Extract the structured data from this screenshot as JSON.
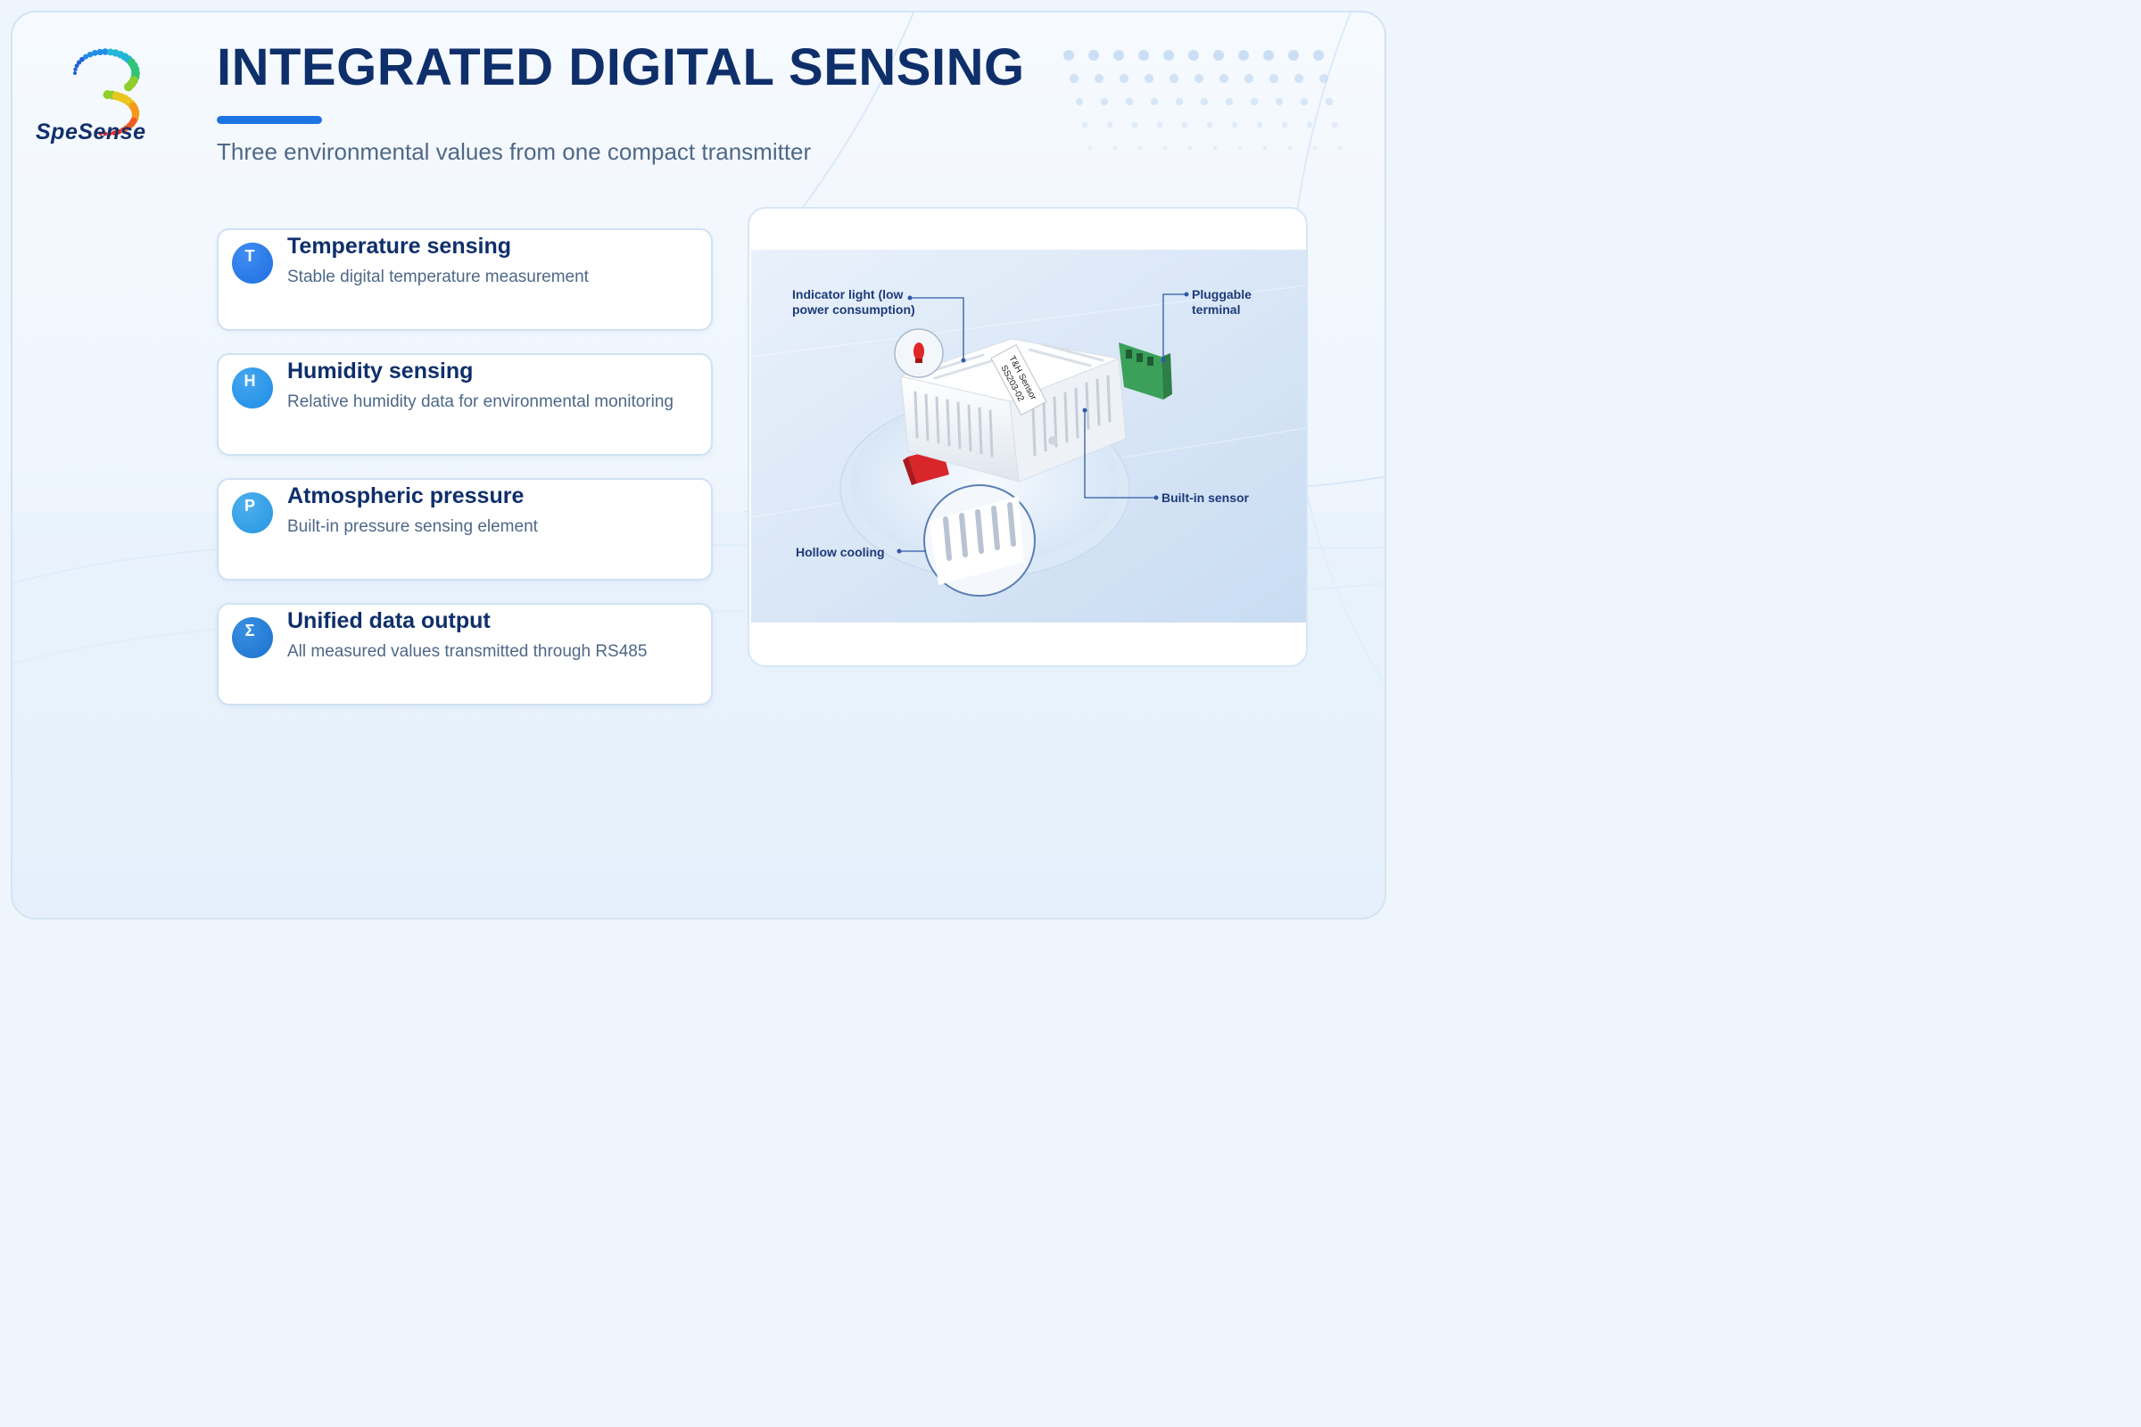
{
  "brand": {
    "name": "SpeSense"
  },
  "header": {
    "title": "INTEGRATED DIGITAL SENSING",
    "subtitle": "Three environmental values from one compact transmitter"
  },
  "features": [
    {
      "badge": "T",
      "title": "Temperature sensing",
      "description": "Stable digital temperature measurement"
    },
    {
      "badge": "H",
      "title": "Humidity sensing",
      "description": "Relative humidity data for environmental monitoring"
    },
    {
      "badge": "P",
      "title": "Atmospheric pressure",
      "description": "Built-in pressure sensing element"
    },
    {
      "badge": "Σ",
      "title": "Unified data output",
      "description": "All measured values transmitted through RS485"
    }
  ],
  "product": {
    "label_line1": "T&H Sensor",
    "label_line2": "SS203-02",
    "callouts": {
      "indicator_line1": "Indicator light (low",
      "indicator_line2": "power consumption)",
      "terminal_line1": "Pluggable",
      "terminal_line2": "terminal",
      "builtin_sensor": "Built-in sensor",
      "hollow_cooling": "Hollow cooling"
    }
  },
  "colors": {
    "title": "#0f2f6b",
    "accent": "#1f74e3",
    "badge_T": "#1f6fe0",
    "badge_H": "#1e8de4",
    "badge_P": "#2496e2",
    "badge_S": "#1a72cf"
  }
}
